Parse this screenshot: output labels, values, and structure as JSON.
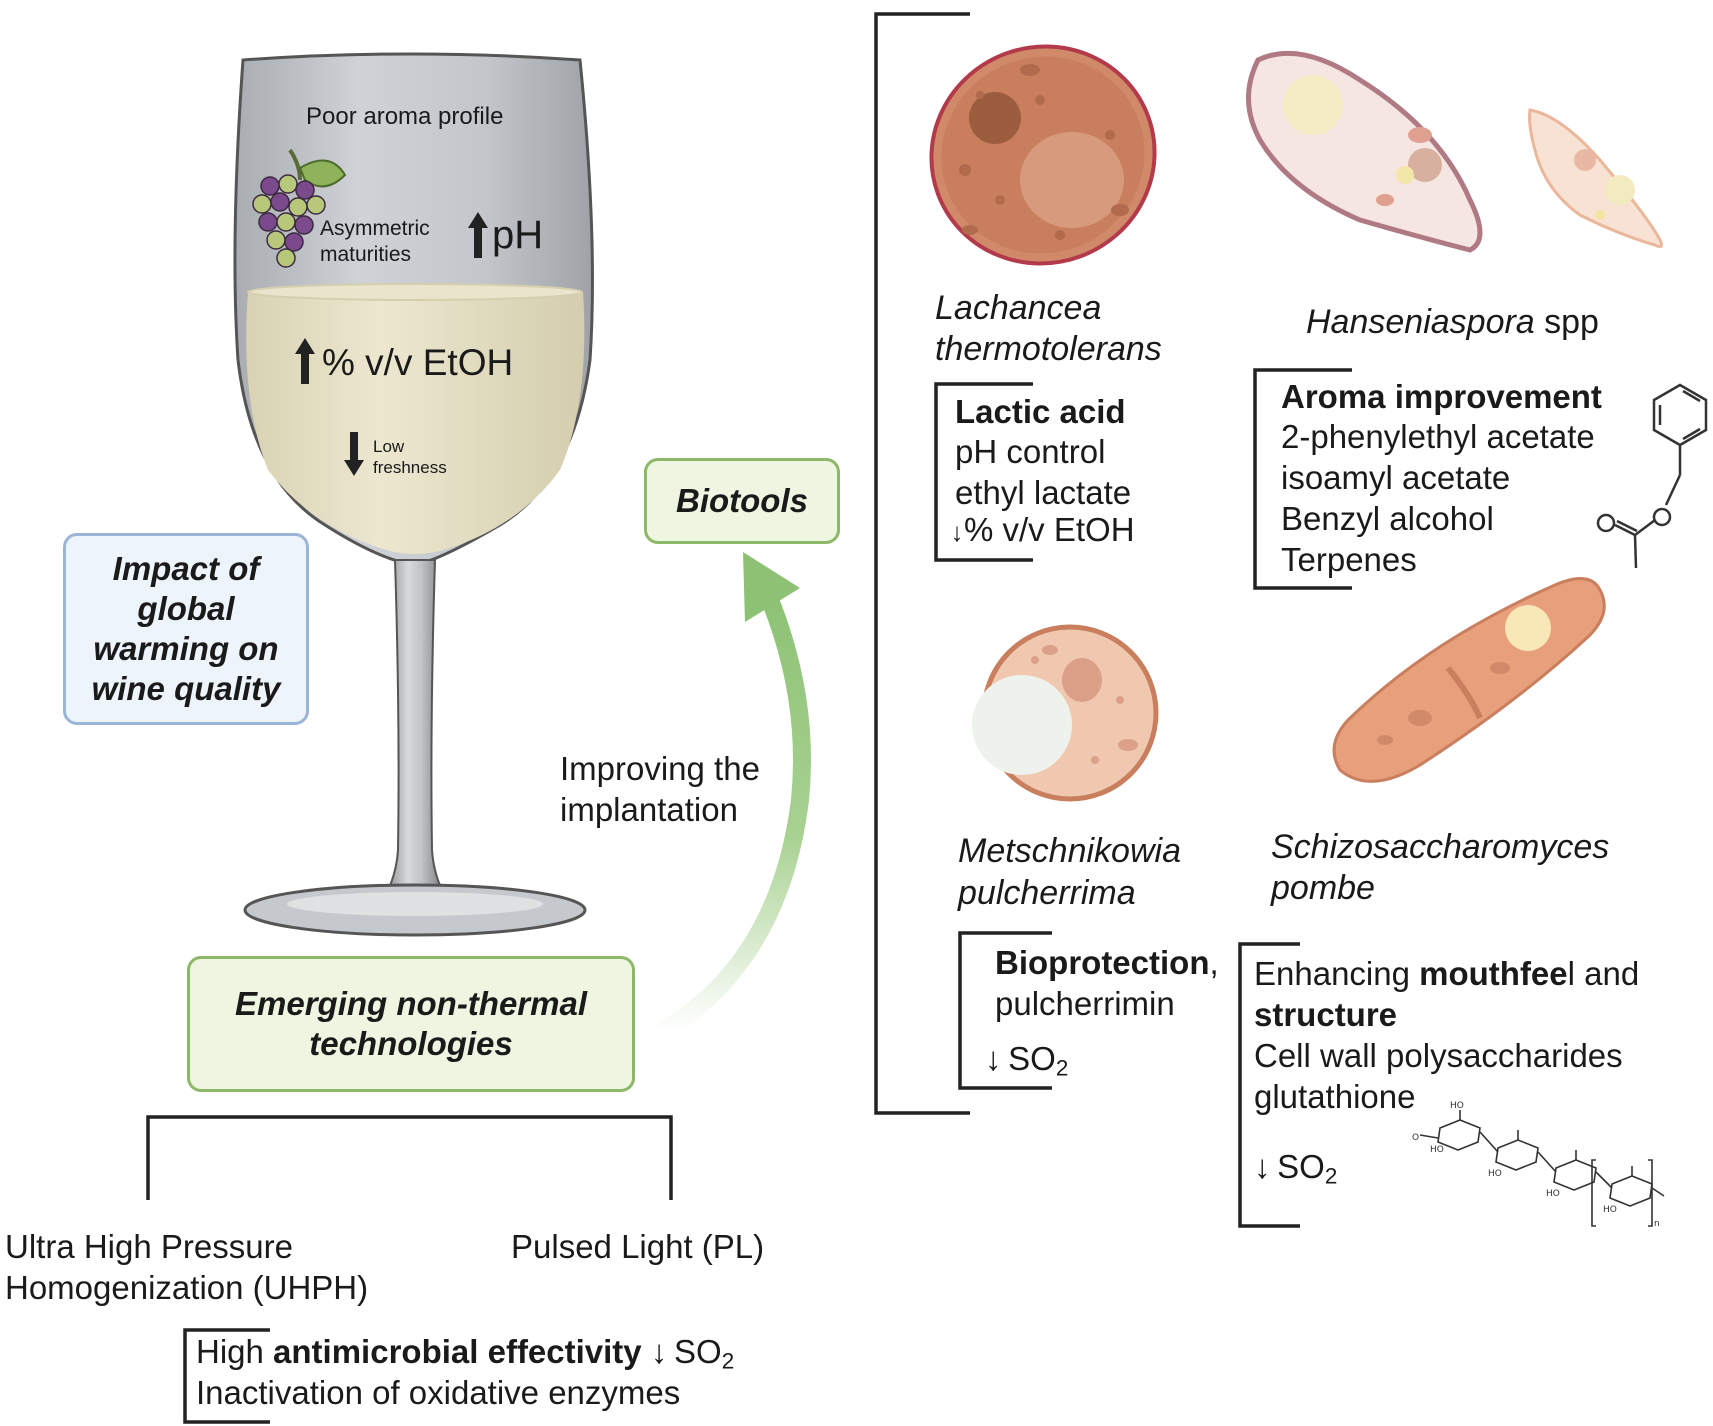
{
  "glass": {
    "aroma": "Poor aroma profile",
    "asym_line1": "Asymmetric",
    "asym_line2": "maturities",
    "ph": "pH",
    "etoh": "% v/v EtOH",
    "low": "Low",
    "freshness": "freshness",
    "colors": {
      "glass": "#c9ccd0",
      "wine": "#e6e0c6",
      "grape": "#7a4a8c",
      "grape_green": "#b8c87a"
    },
    "icons": [
      "grape-icon",
      "up-arrow-icon",
      "down-arrow-icon"
    ]
  },
  "impact_box": {
    "lines": [
      "Impact of",
      "global",
      "warming on",
      "wine quality"
    ],
    "color": "#eef4fb",
    "border": "#9ab5d6"
  },
  "emerging_box": {
    "lines": [
      "Emerging non-thermal",
      "technologies"
    ],
    "color": "#eef5e0",
    "border": "#8db86a"
  },
  "biotools_box": {
    "label": "Biotools",
    "color": "#eef5e0",
    "border": "#8db86a"
  },
  "arrow_label": {
    "line1": "Improving the",
    "line2": "implantation",
    "color": "#9fcc86"
  },
  "uhph": {
    "line1": "Ultra High Pressure",
    "line2": "Homogenization (UHPH)"
  },
  "pl": {
    "label": "Pulsed Light (PL)"
  },
  "effects": {
    "line1_pre": "High ",
    "line1_bold": "antimicrobial effectivity",
    "so2": "SO",
    "so2_sub": "2",
    "line2": "Inactivation of oxidative enzymes"
  },
  "lachancea": {
    "name1": "Lachancea",
    "name2": "thermotolerans",
    "bold": "Lactic acid",
    "items": [
      "pH control",
      "ethyl lactate",
      "% v/v EtOH"
    ],
    "color": "#d08a6a"
  },
  "hanseniaspora": {
    "name_italic": "Hanseniaspora",
    "name_rest": " spp",
    "bold": "Aroma improvement",
    "items": [
      "2-phenylethyl acetate",
      "isoamyl acetate",
      "Benzyl alcohol",
      "Terpenes"
    ],
    "color": "#f3dcd6"
  },
  "metschnikowia": {
    "name1": "Metschnikowia",
    "name2": "pulcherrima",
    "bold": "Bioprotection",
    "bold_after": ",",
    "item": "pulcherrimin",
    "so2": "SO",
    "so2_sub": "2",
    "color": "#f0c8b0"
  },
  "schizo": {
    "name1": "Schizosaccharomyces",
    "name2": "pombe",
    "l1_pre": "Enhancing ",
    "l1_bold": "mouthfee",
    "l1_post": "l and",
    "l2_bold": "structure",
    "items": [
      "Cell wall polysaccharides",
      "glutathione"
    ],
    "so2": "SO",
    "so2_sub": "2",
    "color": "#e8a07c"
  },
  "molecule_labels": {
    "ho": "HO",
    "o": "O",
    "n": "n"
  }
}
